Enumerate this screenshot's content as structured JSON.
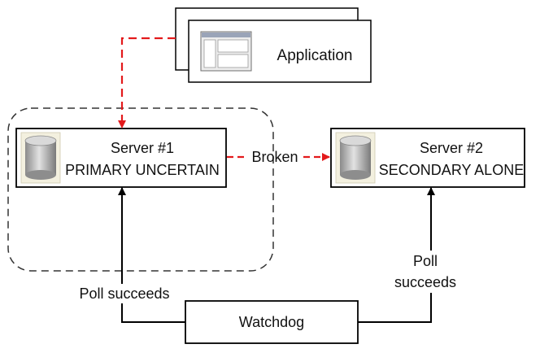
{
  "application": {
    "label": "Application",
    "icon": "application-window-icon"
  },
  "server1": {
    "title": "Server #1",
    "status": "PRIMARY UNCERTAIN",
    "icon": "database-icon"
  },
  "server2": {
    "title": "Server #2",
    "status": "SECONDARY ALONE",
    "icon": "database-icon"
  },
  "link": {
    "label": "Broken"
  },
  "watchdog": {
    "label": "Watchdog"
  },
  "poll_left": {
    "label": "Poll succeeds"
  },
  "poll_right": {
    "line1": "Poll",
    "line2": "succeeds"
  },
  "colors": {
    "broken_link": "#e31a1c",
    "box_stroke": "#000000",
    "cluster_stroke": "#333333"
  }
}
